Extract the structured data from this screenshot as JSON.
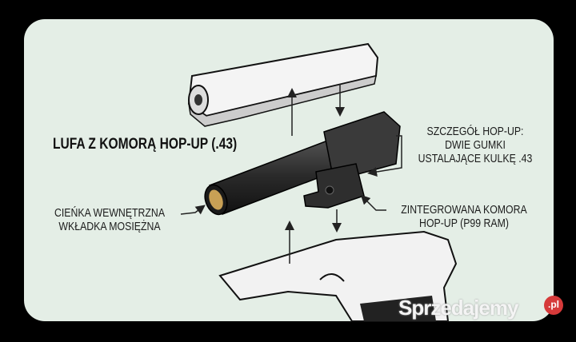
{
  "diagram": {
    "title": "LUFA Z KOMORĄ HOP-UP (.43)",
    "labels": {
      "hopup_detail": [
        "SZCZEGÓŁ HOP-UP:",
        "DWIE GUMKI",
        "USTALAJĄCE KULKĘ .43"
      ],
      "brass_liner": [
        "CIEŃKA WEWNĘTRZNA",
        "WKŁADKA MOSIĘŻNA"
      ],
      "integrated_chamber": [
        "ZINTEGROWANA KOMORA",
        "HOP-UP (P99 RAM)"
      ]
    },
    "colors": {
      "background": "#e4eee6",
      "barrel": "#2a2a2a",
      "brass": "#c8a055",
      "frame": "#000000"
    }
  },
  "watermark": {
    "text": "Sprzedajemy",
    "badge": ".pl"
  }
}
